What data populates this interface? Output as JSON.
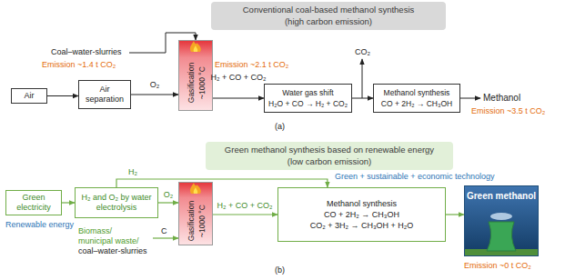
{
  "diagram": {
    "nodes": [
      {
        "text": [
          "Conventional coal-based methanol synthesis",
          "(high carbon emission)"
        ]
      },
      {
        "text": [
          "Air"
        ]
      },
      {
        "text": [
          "Air separation"
        ]
      },
      {
        "text": [
          "Gasification",
          "~1000 °C"
        ]
      },
      {
        "text": [
          "Water gas shift",
          "H₂O + CO → H₂ + CO₂"
        ]
      },
      {
        "text": [
          "Methanol synthesis",
          "CO + 2H₂ → CH₃OH"
        ]
      },
      {
        "text": [
          "Green methanol synthesis based on renewable energy",
          "(low carbon emission)"
        ]
      },
      {
        "text": [
          "Green electricity"
        ]
      },
      {
        "text": [
          "H₂ and O₂ by water electrolysis"
        ]
      },
      {
        "text": [
          "Gasification",
          "~1000 °C"
        ]
      },
      {
        "text": [
          "Methanol synthesis",
          "CO + 2H₂ → CH₃OH",
          "CO₂ + 3H₂ → CH₃OH + H₂O"
        ]
      },
      {
        "text": [
          "Green methanol"
        ]
      }
    ],
    "edges": [
      {
        "from": 1,
        "to": 2,
        "arrow": "to"
      },
      {
        "from": 2,
        "to": 3,
        "label": "O₂",
        "arrow": "to"
      },
      {
        "from": 3,
        "to": 4,
        "label": "H₂ + CO + CO₂",
        "arrow": "to"
      },
      {
        "from": 4,
        "to": 5,
        "arrow": "to"
      },
      {
        "from": 7,
        "to": 8,
        "arrow": "to"
      },
      {
        "from": 8,
        "to": 9,
        "label": "O₂",
        "arrow": "to"
      },
      {
        "from": 8,
        "to": 10,
        "label": "H₂",
        "arrow": "to"
      },
      {
        "from": 9,
        "to": 10,
        "label": "H₂ + CO + CO₂",
        "arrow": "to"
      },
      {
        "from": 10,
        "to": 11,
        "arrow": "to"
      }
    ],
    "labels": [
      "Coal–water-slurries",
      "Emission ~1.4 t CO₂",
      "Emission ~2.1 t CO₂",
      "CO₂",
      "Methanol",
      "Emission ~3.5 t CO₂",
      "(a)",
      "Renewable energy",
      "Green + sustainable + economic technology",
      "Biomass/",
      "municipal waste/",
      "coal–water-slurries",
      "C",
      "Emission ~0 t CO₂",
      "(b)"
    ]
  }
}
